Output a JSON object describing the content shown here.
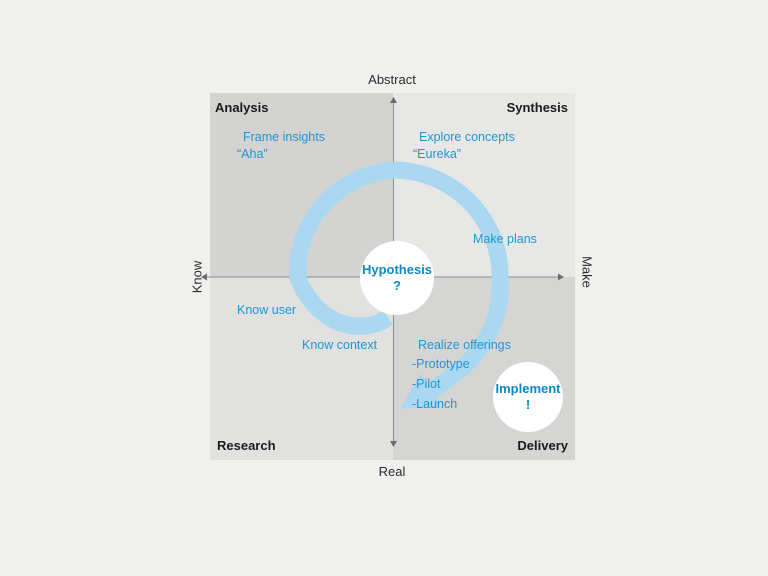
{
  "axes": {
    "top": "Abstract",
    "bottom": "Real",
    "left": "Know",
    "right": "Make"
  },
  "quadrants": {
    "top_left": "Analysis",
    "top_right": "Synthesis",
    "bottom_left": "Research",
    "bottom_right": "Delivery"
  },
  "annotations": {
    "frame_insights": {
      "line1": "Frame insights",
      "line2": "“Aha”"
    },
    "explore_concepts": {
      "line1": "Explore concepts",
      "line2": "“Eureka”"
    },
    "make_plans": "Make plans",
    "know_user": "Know user",
    "know_context": "Know context",
    "realize_offerings": {
      "title": "Realize offerings",
      "items": [
        "-Prototype",
        "-Pilot",
        "-Launch"
      ]
    }
  },
  "nodes": {
    "hypothesis": {
      "label": "Hypothesis",
      "symbol": "?"
    },
    "implement": {
      "label": "Implement",
      "symbol": "!"
    }
  },
  "colors": {
    "background": "#f0f0ee",
    "quadrant_tl": "#d3d3d2",
    "quadrant_tr": "#e7e7e6",
    "quadrant_bl": "#e1e1e0",
    "quadrant_br": "#d5d5d4",
    "axis_line": "#8e8e8e",
    "spiral": "#a9d8f0",
    "annotation_text": "#2196d2",
    "node_text": "#0f87c6",
    "heading_text": "#1b1b1b"
  }
}
